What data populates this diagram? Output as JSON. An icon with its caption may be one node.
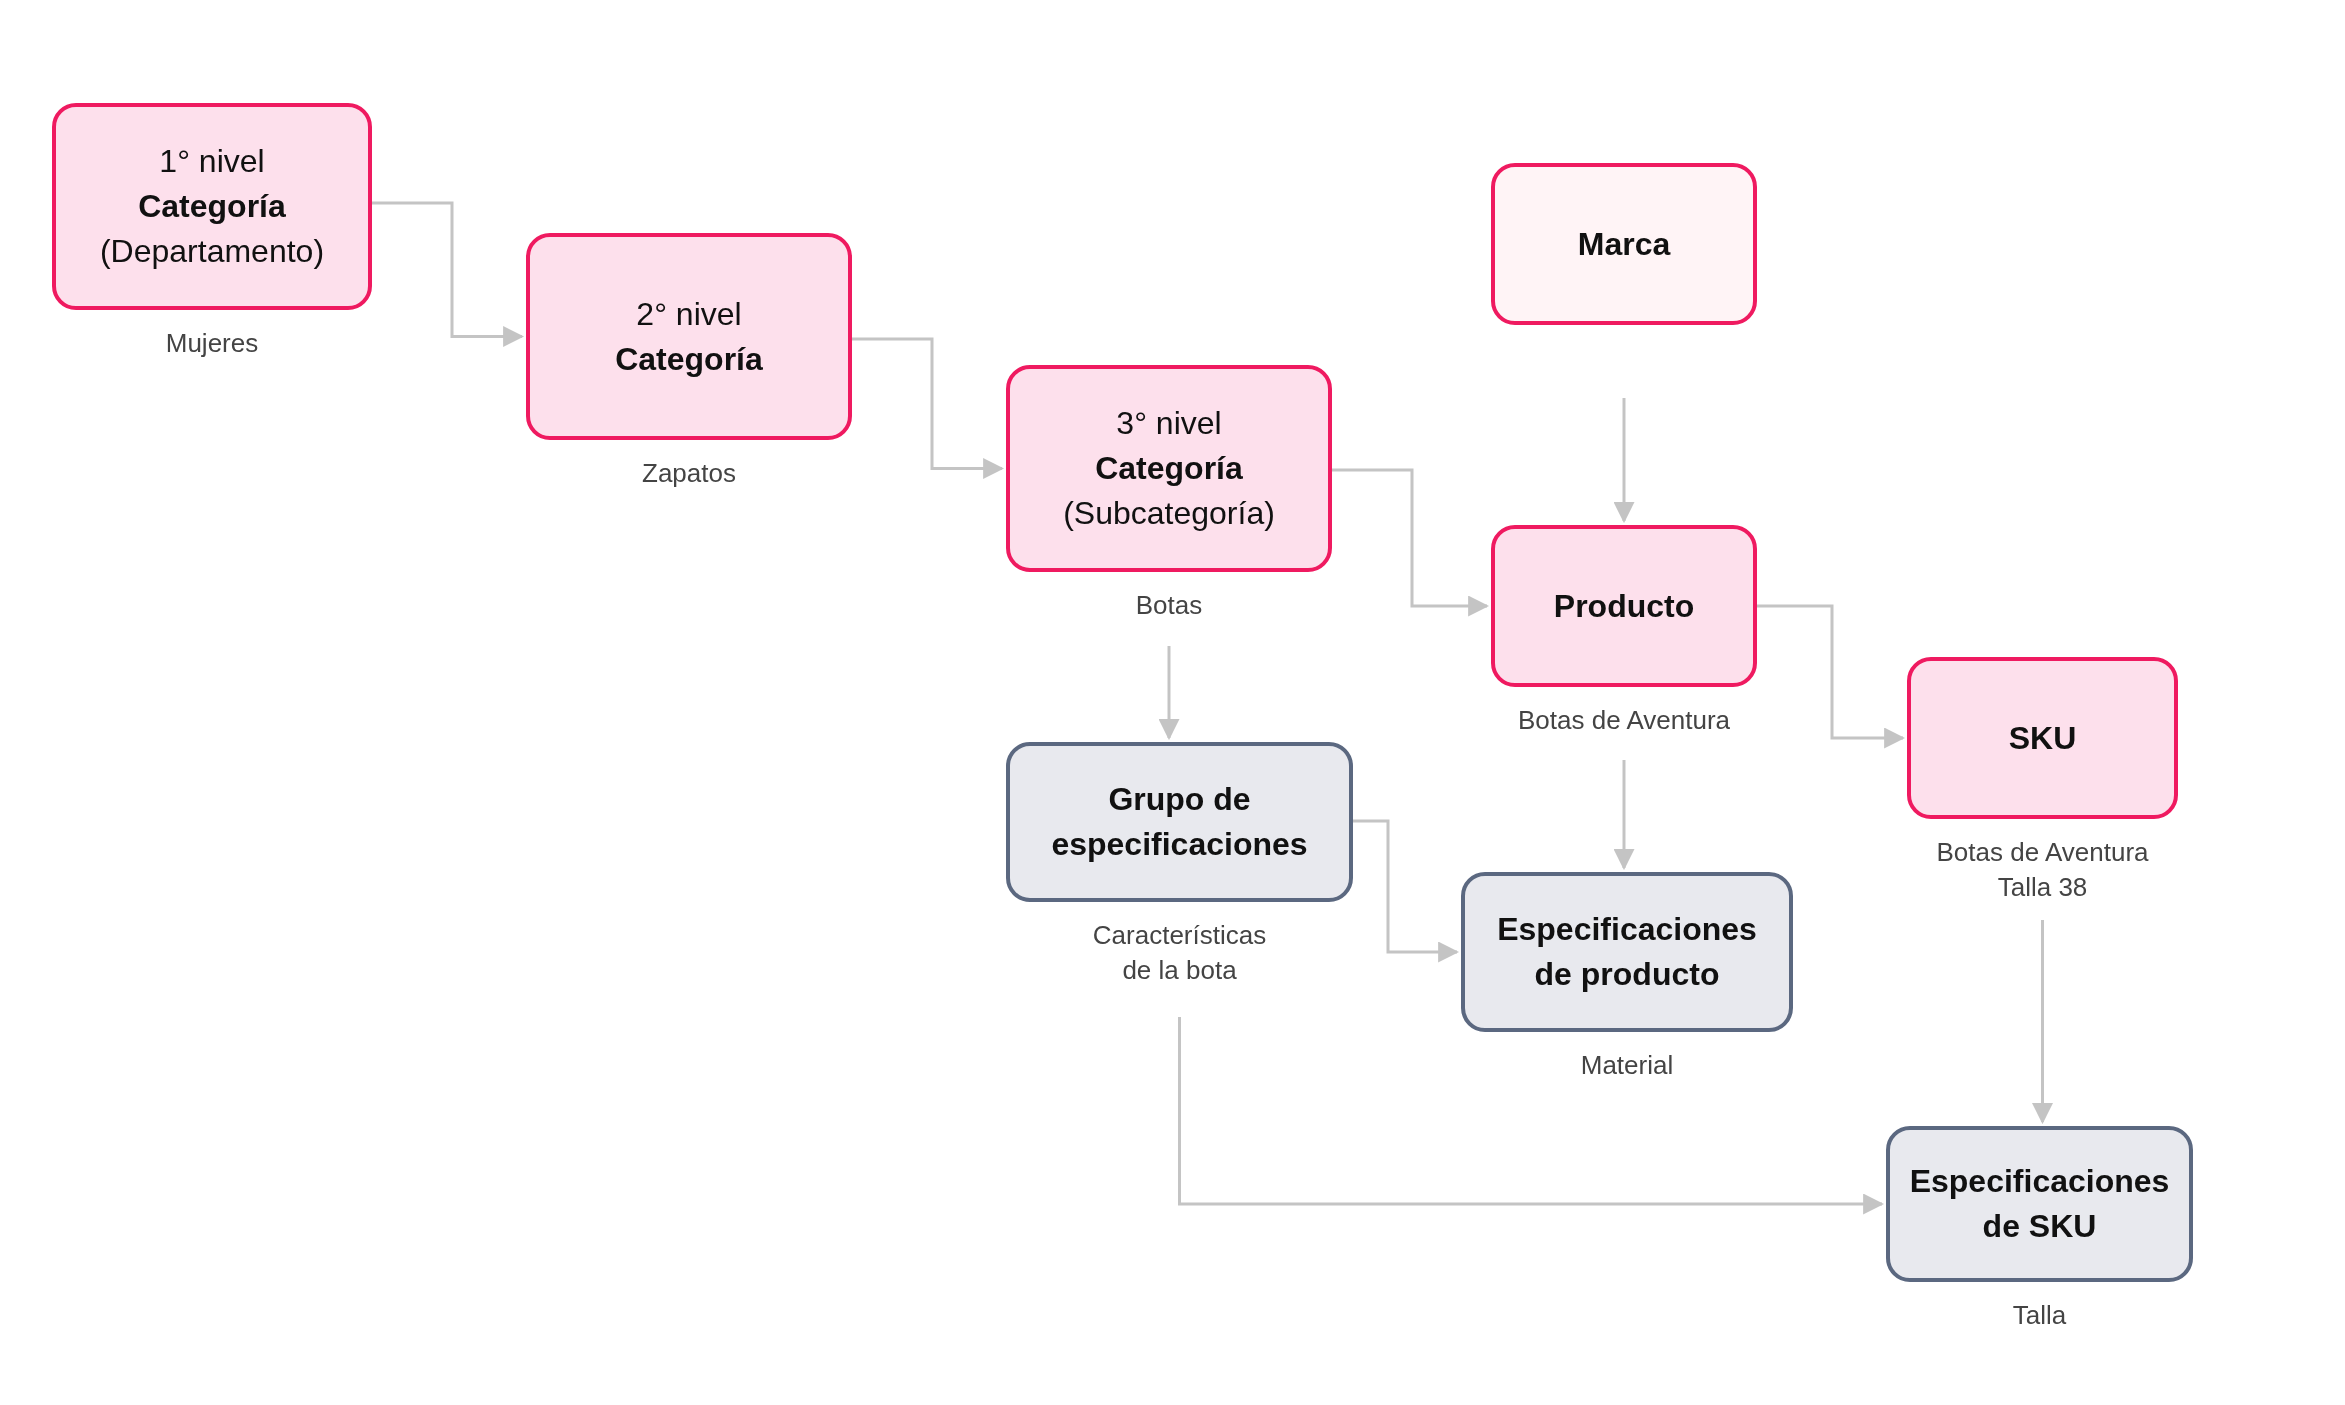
{
  "diagram": {
    "nodes": [
      {
        "text": [
          "1° nivel",
          "Categoría",
          "(Departamento)"
        ],
        "beside": [
          "Mujeres"
        ]
      },
      {
        "text": [
          "2° nivel",
          "Categoría"
        ],
        "beside": [
          "Zapatos"
        ]
      },
      {
        "text": [
          "3° nivel",
          "Categoría",
          "(Subcategoría)"
        ],
        "beside": [
          "Botas"
        ]
      },
      {
        "text": [
          "Marca"
        ]
      },
      {
        "text": [
          "Producto"
        ],
        "beside": [
          "Botas de Aventura"
        ]
      },
      {
        "text": [
          "SKU"
        ],
        "beside": [
          "Botas de Aventura Talla 38"
        ]
      },
      {
        "text": [
          "Grupo de especificaciones"
        ],
        "beside": [
          "Características de la bota"
        ]
      },
      {
        "text": [
          "Especificaciones de producto"
        ],
        "beside": [
          "Material"
        ]
      },
      {
        "text": [
          "Especificaciones de SKU"
        ],
        "beside": [
          "Talla"
        ]
      }
    ],
    "edges": [
      {
        "from": 0,
        "to": 1,
        "arrow": "to"
      },
      {
        "from": 1,
        "to": 2,
        "arrow": "to"
      },
      {
        "from": 2,
        "to": 4,
        "arrow": "to"
      },
      {
        "from": 3,
        "to": 4,
        "arrow": "to"
      },
      {
        "from": 4,
        "to": 5,
        "arrow": "to"
      },
      {
        "from": 2,
        "to": 6,
        "arrow": "to"
      },
      {
        "from": 4,
        "to": 7,
        "arrow": "to"
      },
      {
        "from": 6,
        "to": 7,
        "arrow": "to"
      },
      {
        "from": 5,
        "to": 8,
        "arrow": "to"
      },
      {
        "from": 6,
        "to": 8,
        "arrow": "to"
      }
    ]
  }
}
